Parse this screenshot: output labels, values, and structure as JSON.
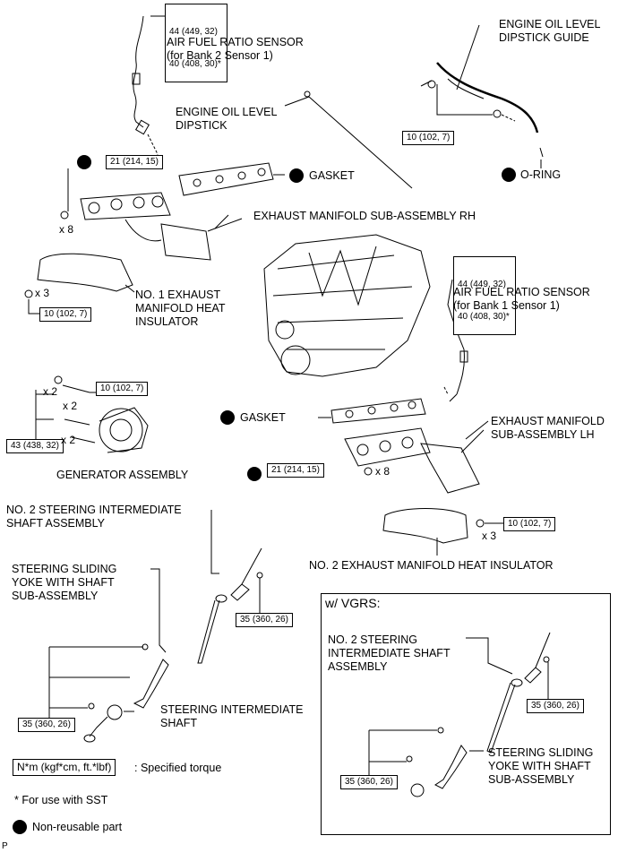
{
  "torque": {
    "afr_bank2_a": "44 (449, 32)",
    "afr_bank2_b": "40 (408, 30)*",
    "afr_bank1_a": "44 (449, 32)",
    "afr_bank1_b": "40 (408, 30)*",
    "manifold_rh": "21 (214, 15)",
    "manifold_lh": "21 (214, 15)",
    "dipstick_guide": "10 (102, 7)",
    "insulator_1": "10 (102, 7)",
    "insulator_2": "10 (102, 7)",
    "generator_small": "10 (102, 7)",
    "generator_large": "43 (438, 32)",
    "steering_upper": "35 (360, 26)",
    "steering_lower": "35 (360, 26)",
    "vgrs_upper": "35 (360, 26)",
    "vgrs_lower": "35 (360, 26)"
  },
  "labels": {
    "afr_bank2": "AIR FUEL RATIO SENSOR\n(for Bank 2 Sensor 1)",
    "afr_bank1": "AIR FUEL RATIO SENSOR\n(for Bank 1 Sensor 1)",
    "dipstick_guide": "ENGINE OIL LEVEL\nDIPSTICK GUIDE",
    "dipstick": "ENGINE OIL LEVEL\nDIPSTICK",
    "gasket_rh": "GASKET",
    "gasket_lh": "GASKET",
    "o_ring": "O-RING",
    "manifold_rh": "EXHAUST MANIFOLD SUB-ASSEMBLY RH",
    "manifold_lh": "EXHAUST MANIFOLD\nSUB-ASSEMBLY LH",
    "insulator_1": "NO. 1 EXHAUST\nMANIFOLD HEAT\nINSULATOR",
    "insulator_2": "NO. 2 EXHAUST MANIFOLD HEAT INSULATOR",
    "generator": "GENERATOR ASSEMBLY",
    "no2_shaft": "NO. 2 STEERING INTERMEDIATE\nSHAFT ASSEMBLY",
    "sliding_yoke": "STEERING SLIDING\nYOKE WITH SHAFT\nSUB-ASSEMBLY",
    "intermediate_shaft": "STEERING INTERMEDIATE\nSHAFT",
    "vgrs_title": "w/ VGRS:",
    "vgrs_no2_shaft": "NO. 2 STEERING\nINTERMEDIATE SHAFT\nASSEMBLY",
    "vgrs_sliding_yoke": "STEERING SLIDING\nYOKE WITH SHAFT\nSUB-ASSEMBLY"
  },
  "quantities": {
    "manifold_rh_bolts": "x 8",
    "manifold_lh_bolts": "x 8",
    "insulator_1_bolts": "x 3",
    "insulator_2_bolts": "x 3",
    "generator_bolts_1": "x 2",
    "generator_bolts_2": "x 2",
    "generator_bolts_3": "x 2"
  },
  "legend": {
    "torque_units": "N*m (kgf*cm, ft.*lbf)",
    "torque_desc": ": Specified torque",
    "sst_note": "* For use with SST",
    "nonreusable": "Non-reusable part"
  },
  "footer": {
    "code": "P"
  }
}
